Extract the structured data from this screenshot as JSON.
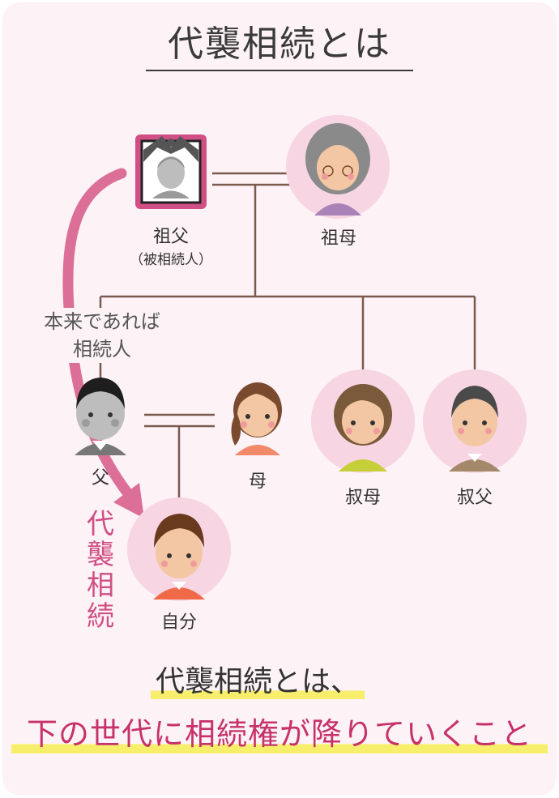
{
  "title": "代襲相続とは",
  "members": {
    "grandfather": {
      "name": "祖父",
      "note": "（被相続人）"
    },
    "grandmother": {
      "name": "祖母"
    },
    "father": {
      "name": "父"
    },
    "mother": {
      "name": "母"
    },
    "aunt": {
      "name": "叔母"
    },
    "uncle": {
      "name": "叔父"
    },
    "self": {
      "name": "自分"
    }
  },
  "annotation": {
    "line1": "本来であれば",
    "line2": "相続人"
  },
  "arrow_label": [
    "代",
    "襲",
    "相",
    "続"
  ],
  "caption": {
    "line1": "代襲相続とは、",
    "line2": "下の世代に相続権が降りていくこと"
  },
  "colors": {
    "accent_pink": "#d04f84",
    "arrow_pink": "#dc6f97",
    "highlight_yellow": "#f7ef6b",
    "tree_line": "#7a5a4e",
    "circle_bg": "#f7d5e3",
    "card_bg": "#fdf2f6"
  }
}
